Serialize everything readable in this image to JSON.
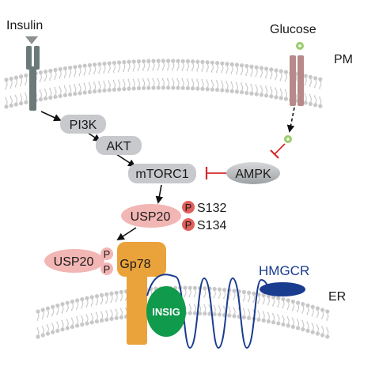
{
  "labels": {
    "insulin": "Insulin",
    "glucose": "Glucose",
    "pm": "PM",
    "er": "ER",
    "pi3k": "PI3K",
    "akt": "AKT",
    "mtorc1": "mTORC1",
    "ampk": "AMPK",
    "usp20_top": "USP20",
    "usp20_bottom": "USP20",
    "phospho": "P",
    "s132": "S132",
    "s134": "S134",
    "gp78": "Gp78",
    "insig": "INSIG",
    "hmgcr": "HMGCR"
  },
  "colors": {
    "membrane": "#c8c8c8",
    "node_fill": "#c7c9cc",
    "usp20_fill": "#f2b6b4",
    "phospho_fill": "#e0605c",
    "gp78_fill": "#eaa33a",
    "insig_fill": "#109a4c",
    "hmgcr_fill": "#1a3c8f",
    "receptor_fill": "#6b7a78",
    "transporter_fill": "#b8898a",
    "glucose_dot": "#9ccc6d",
    "inhibit_red": "#d42a2a"
  }
}
